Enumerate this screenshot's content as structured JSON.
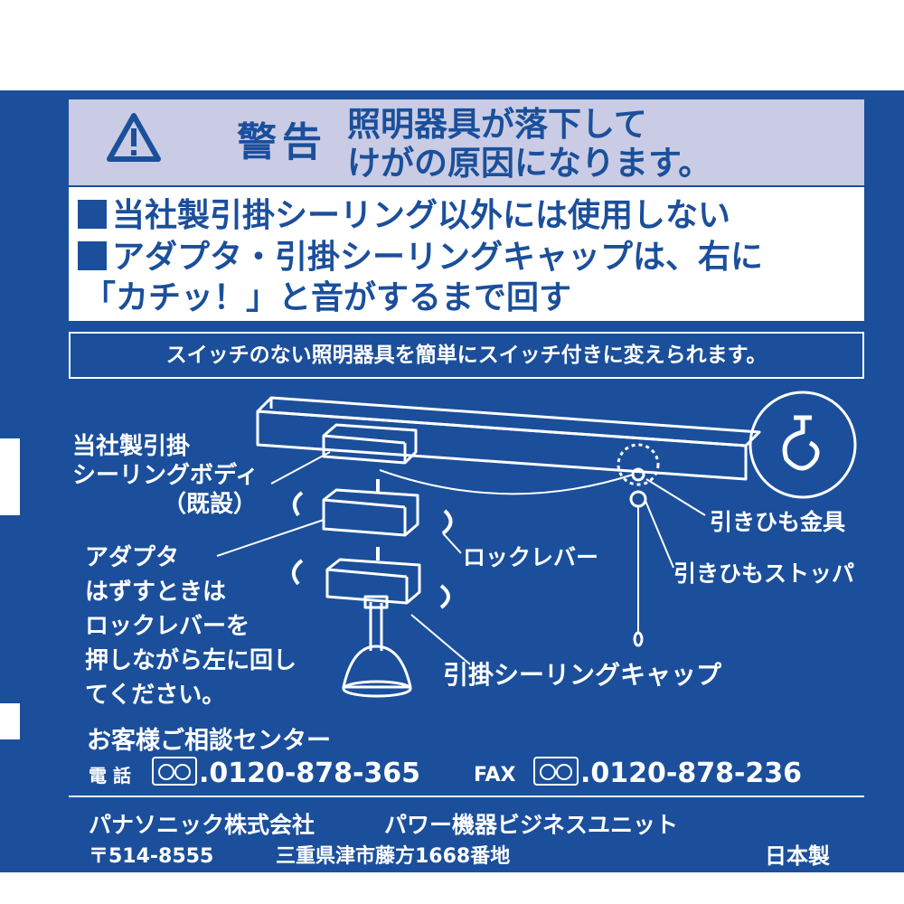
{
  "warning": {
    "label": "警告",
    "line1": "照明器具が落下して",
    "line2": "けがの原因になります。"
  },
  "rules": [
    "当社製引掛シーリング以外には使用しない",
    "アダプタ・引掛シーリングキャップは、右に",
    "「カチッ！」と音がするまで回す"
  ],
  "banner": "スイッチのない照明器具を簡単にスイッチ付きに変えられます。",
  "diagram": {
    "body_label": [
      "当社製引掛",
      "シーリングボディ",
      "（既設）"
    ],
    "adapter_label": "アダプタ",
    "adapter_note": [
      "はずすときは",
      "ロックレバーを",
      "押しながら左に回し",
      "てください。"
    ],
    "lock_lever": "ロックレバー",
    "cap_label": "引掛シーリングキャップ",
    "pull_fitting": "引きひも金具",
    "pull_stopper": "引きひもストッパ"
  },
  "contact": {
    "title": "お客様ご相談センター",
    "tel_label": "電 話",
    "tel": ".0120-878-365",
    "fax_label": "FAX",
    "fax": ".0120-878-236"
  },
  "company": {
    "name": "パナソニック株式会社",
    "unit": "パワー機器ビジネスユニット",
    "postal": "〒514-8555",
    "address": "三重県津市藤方1668番地",
    "origin": "日本製"
  },
  "colors": {
    "panel": "#1b4f9b",
    "warning_bg": "#c9cce4",
    "text_light": "#ffffff"
  }
}
